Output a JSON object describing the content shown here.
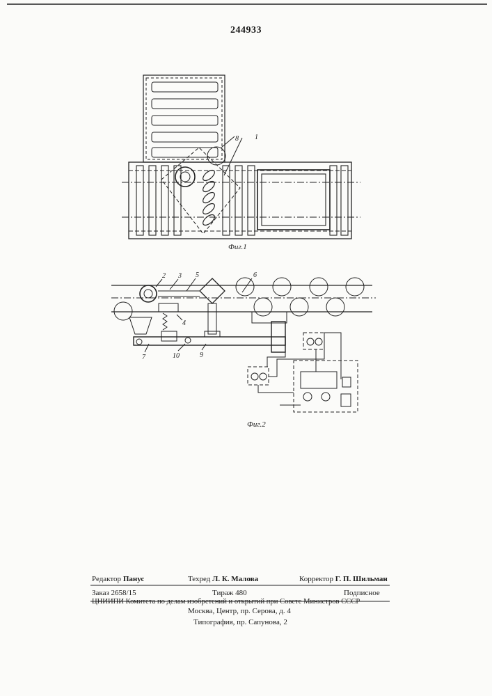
{
  "document": {
    "patent_number": "244933",
    "figures": [
      {
        "caption": "Фиг.1",
        "labels": [
          "8",
          "1"
        ]
      },
      {
        "caption": "Фиг.2",
        "labels": [
          "2",
          "3",
          "5",
          "6",
          "4",
          "7",
          "10",
          "9"
        ]
      }
    ]
  },
  "credits": {
    "editor_label": "Редактор",
    "editor_name": "Панус",
    "tech_label": "Техред",
    "tech_name": "Л. К. Малова",
    "corrector_label": "Корректор",
    "corrector_name": "Г. П. Шильман"
  },
  "imprint": {
    "order": "Заказ 2658/15",
    "print_run": "Тираж 480",
    "subscription": "Подписное",
    "org_line": "ЦНИИПИ Комитета по делам изобретений и открытий при Совете Министров СССР",
    "address": "Москва, Центр, пр. Серова, д. 4",
    "printer": "Типография, пр. Сапунова, 2"
  }
}
